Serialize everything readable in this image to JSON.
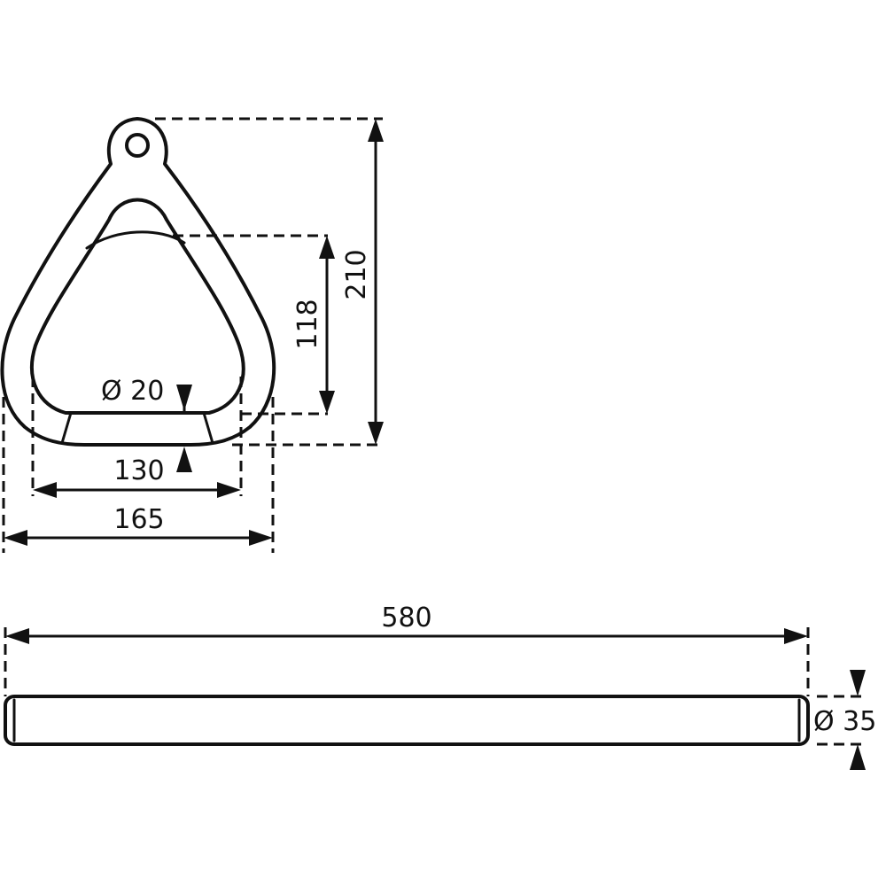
{
  "dimensions": {
    "ring_total_height": "210",
    "ring_inner_height": "118",
    "ring_grip_diameter": "Ø 20",
    "ring_inner_width": "130",
    "ring_outer_width": "165",
    "bar_length": "580",
    "bar_diameter": "Ø 35"
  },
  "colors": {
    "line": "#111111",
    "background": "#ffffff"
  }
}
